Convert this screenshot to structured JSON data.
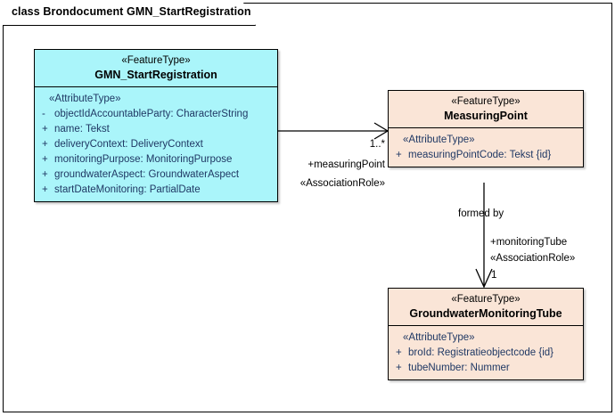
{
  "diagram": {
    "title": "class Brondocument GMN_StartRegistration",
    "frame_label_prefix": "class",
    "colors": {
      "feature_type_cyan": "#aaf5fa",
      "feature_type_peach": "#fae5d7",
      "attribute_text": "#1f3864",
      "border": "#000000",
      "background": "#ffffff"
    }
  },
  "classes": [
    {
      "id": "gmn-start-registration",
      "stereotype": "«FeatureType»",
      "name": "GMN_StartRegistration",
      "compartment_stereotype": "«AttributeType»",
      "attributes": [
        {
          "visibility": "-",
          "text": "objectIdAccountableParty: CharacterString"
        },
        {
          "visibility": "+",
          "text": "name: Tekst"
        },
        {
          "visibility": "+",
          "text": "deliveryContext: DeliveryContext"
        },
        {
          "visibility": "+",
          "text": "monitoringPurpose: MonitoringPurpose"
        },
        {
          "visibility": "+",
          "text": "groundwaterAspect: GroundwaterAspect"
        },
        {
          "visibility": "+",
          "text": "startDateMonitoring: PartialDate"
        }
      ]
    },
    {
      "id": "measuring-point",
      "stereotype": "«FeatureType»",
      "name": "MeasuringPoint",
      "compartment_stereotype": "«AttributeType»",
      "attributes": [
        {
          "visibility": "+",
          "text": "measuringPointCode: Tekst {id}"
        }
      ]
    },
    {
      "id": "groundwater-monitoring-tube",
      "stereotype": "«FeatureType»",
      "name": "GroundwaterMonitoringTube",
      "compartment_stereotype": "«AttributeType»",
      "attributes": [
        {
          "visibility": "+",
          "text": "broId: Registratieobjectcode {id}"
        },
        {
          "visibility": "+",
          "text": "tubeNumber: Nummer"
        }
      ]
    }
  ],
  "associations": [
    {
      "id": "gmn-to-measuringpoint",
      "source": "GMN_StartRegistration",
      "target": "MeasuringPoint",
      "multiplicity": "1..*",
      "role": "+measuringPoint",
      "stereotype": "«AssociationRole»",
      "name": ""
    },
    {
      "id": "measuringpoint-to-tube",
      "source": "MeasuringPoint",
      "target": "GroundwaterMonitoringTube",
      "name": "formed by",
      "role": "+monitoringTube",
      "stereotype": "«AssociationRole»",
      "multiplicity": "1"
    }
  ]
}
